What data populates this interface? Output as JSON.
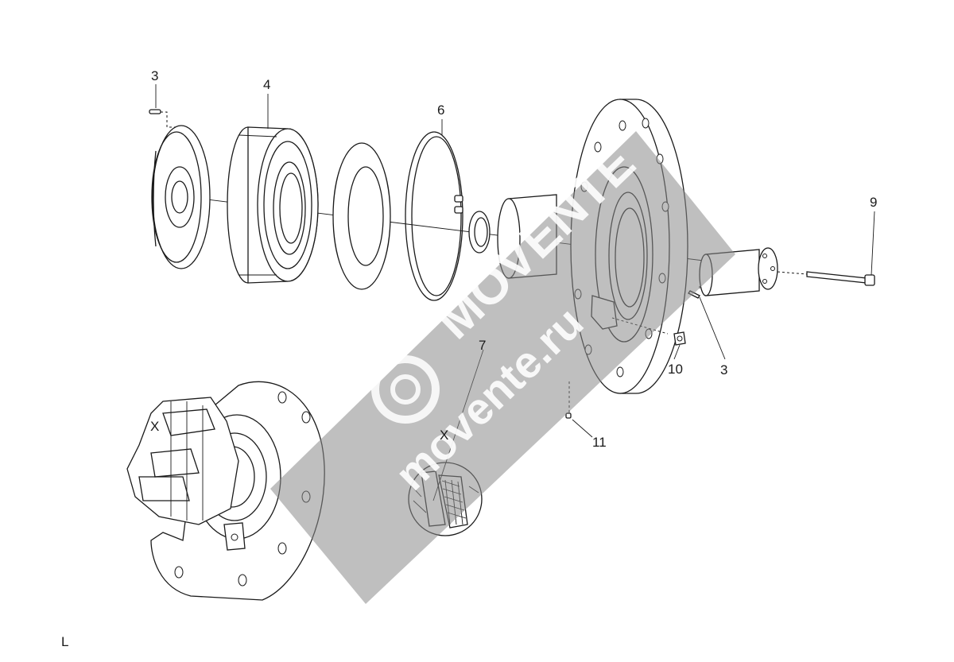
{
  "callouts": {
    "c3_top": "3",
    "c4": "4",
    "c6": "6",
    "c7": "7",
    "c9": "9",
    "c10": "10",
    "c3_right": "3",
    "c11": "11",
    "cx_cutaway": "X",
    "cx_detail": "X"
  },
  "watermark": {
    "brand": "MOVENTE",
    "domain": "movente.ru"
  },
  "corner_mark": "L",
  "colors": {
    "line": "#1a1a1a",
    "watermark": "#8a8a8a",
    "background": "#ffffff"
  }
}
